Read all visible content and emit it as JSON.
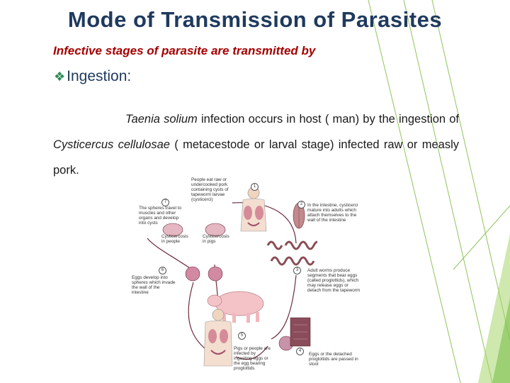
{
  "slide": {
    "title": "Mode of Transmission of Parasites",
    "subtitle": "Infective stages of parasite are transmitted by",
    "bullet": {
      "label": "Ingestion:"
    },
    "paragraph": {
      "part1": "Taenia solium",
      "part2": " infection occurs in host ( man)  by the ingestion of ",
      "part3": "Cysticercus cellulosae",
      "part4": " ( metacestode or larval stage) infected raw or measly pork."
    }
  },
  "diagram": {
    "steps": {
      "s1": "People eat raw or undercooked pork containing cysts of tapeworm larvae (cysticerci)",
      "s2": "In the intestine, cysticerci mature into adults which attach themselves to the wall of the intestine",
      "s3": "Adult worms produce segments that bear eggs (called proglottids), which may release eggs or detach from the tapeworm",
      "s4": "Eggs or the detached proglottids are passed in stool",
      "s5": "Pigs or people are infected by ingesting eggs or the egg bearing proglottids",
      "s6": "Eggs develop into spheres which invade the wall of the intestine",
      "s7": "The spheres travel to muscles and other organs and develop into cysts"
    },
    "labels": {
      "people": "Cysticercosis in people",
      "pigs": "Cysticercosis in pigs"
    },
    "numbers": [
      "1",
      "2",
      "3",
      "4",
      "5",
      "6",
      "7"
    ]
  }
}
